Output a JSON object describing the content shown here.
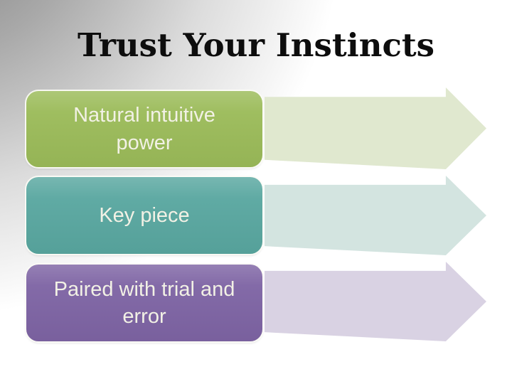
{
  "slide": {
    "title": "Trust Your Instincts",
    "title_color": "#0d0d0d",
    "background": {
      "gradient_start": "#7f7f7f",
      "gradient_end": "#ffffff"
    }
  },
  "process": {
    "type": "vertical-process-smartart",
    "text_color": "#F2F1E5",
    "steps": [
      {
        "label": "Natural intuitive power",
        "box_color": "#9BBB59",
        "arrow_color": "#E0E8CF"
      },
      {
        "label": "Key piece",
        "box_color": "#59A7A0",
        "arrow_color": "#D3E4E0"
      },
      {
        "label": "Paired with trial and error",
        "box_color": "#7E64A4",
        "arrow_color": "#D9D2E3"
      }
    ]
  }
}
